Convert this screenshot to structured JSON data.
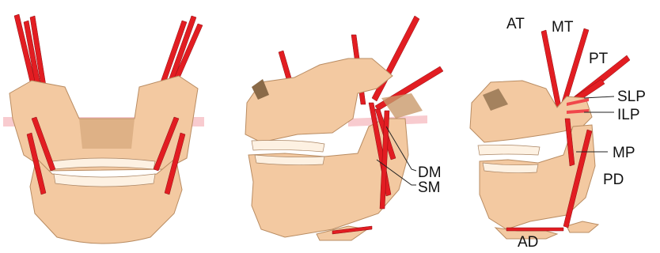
{
  "labels": {
    "AT": "AT",
    "MT": "MT",
    "PT": "PT",
    "SLP": "SLP",
    "ILP": "ILP",
    "MP": "MP",
    "PD": "PD",
    "AD": "AD",
    "DM": "DM",
    "SM": "SM"
  },
  "colors": {
    "muscle": "#e21d22",
    "bone": "#f3c9a1",
    "background": "#ffffff"
  }
}
